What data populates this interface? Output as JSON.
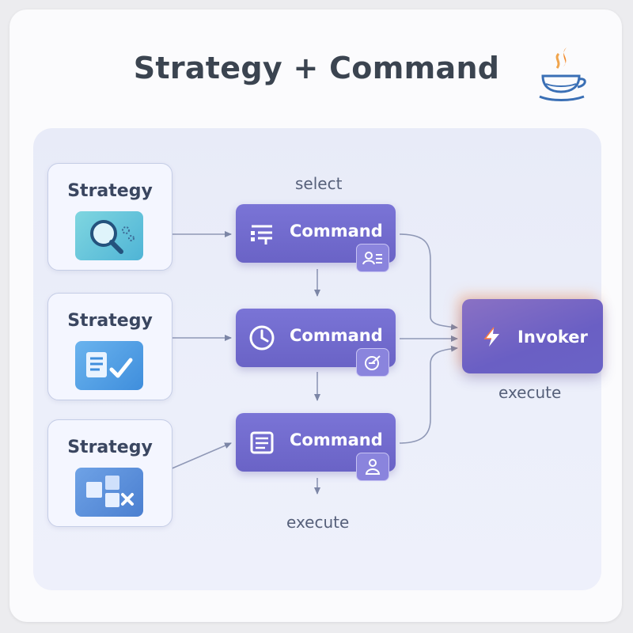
{
  "title": "Strategy + Command",
  "strategies": [
    {
      "label": "Strategy",
      "icon": "magnifier-icon"
    },
    {
      "label": "Strategy",
      "icon": "document-check-icon"
    },
    {
      "label": "Strategy",
      "icon": "blocks-icon"
    }
  ],
  "commands": [
    {
      "label": "Command",
      "icon": "list-icon",
      "badge_icon": "user-list-icon"
    },
    {
      "label": "Command",
      "icon": "clock-icon",
      "badge_icon": "target-icon"
    },
    {
      "label": "Command",
      "icon": "document-icon",
      "badge_icon": "person-icon"
    }
  ],
  "invoker": {
    "label": "Invoker",
    "icon": "lightning-icon"
  },
  "labels": {
    "select": "select",
    "execute_bottom": "execute",
    "execute_invoker": "execute"
  },
  "colors": {
    "command": "#6f69cc",
    "accent_glow": "#ff8c46",
    "title": "#3b4450",
    "panel": "#e9ecf9"
  }
}
